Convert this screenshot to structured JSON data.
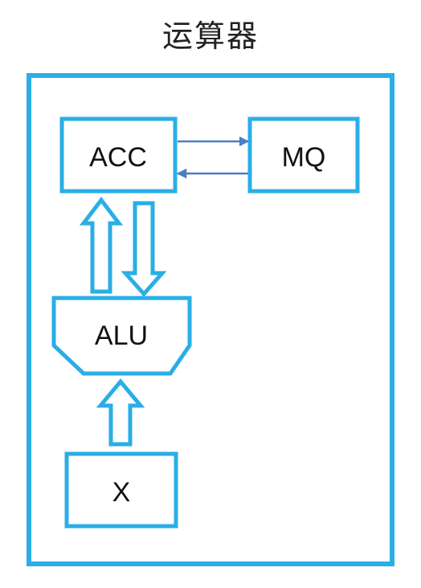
{
  "title": "运算器",
  "colors": {
    "border": "#29aee6",
    "bus_arrow": "#29aee6",
    "line_arrow": "#4a7fc4",
    "text": "#111111"
  },
  "blocks": {
    "acc": "ACC",
    "mq": "MQ",
    "alu": "ALU",
    "x": "X"
  }
}
